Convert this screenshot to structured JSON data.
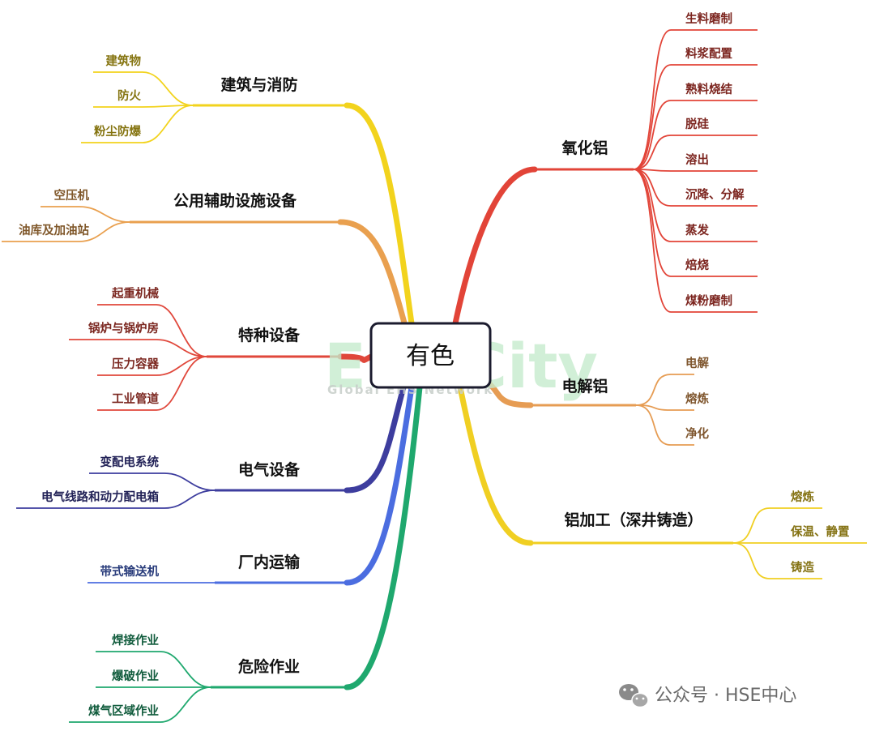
{
  "center": {
    "label": "有色"
  },
  "watermark": {
    "brand": "EHSCity",
    "tagline": "Global EHS Network"
  },
  "footer": {
    "prefix": "公众号 · ",
    "account": "HSE中心",
    "icon": "wechat-icon"
  },
  "colors": {
    "yellow": "#f2d31d",
    "orange": "#e9a04f",
    "red": "#e0473b",
    "indigo": "#3d3d9e",
    "blue": "#4b6de0",
    "green": "#1fa86e",
    "oxide_red": "#e24438",
    "electrolysis_orange": "#e69c53",
    "processing_yellow": "#f0cf22"
  },
  "left_branches": [
    {
      "label": "建筑与消防",
      "color_key": "yellow",
      "leaves": [
        "建筑物",
        "防火",
        "粉尘防爆"
      ]
    },
    {
      "label": "公用辅助设施设备",
      "color_key": "orange",
      "leaves": [
        "空压机",
        "油库及加油站"
      ]
    },
    {
      "label": "特种设备",
      "color_key": "red",
      "leaves": [
        "起重机械",
        "锅炉与锅炉房",
        "压力容器",
        "工业管道"
      ]
    },
    {
      "label": "电气设备",
      "color_key": "indigo",
      "leaves": [
        "变配电系统",
        "电气线路和动力配电箱"
      ]
    },
    {
      "label": "厂内运输",
      "color_key": "blue",
      "leaves": [
        "带式输送机"
      ]
    },
    {
      "label": "危险作业",
      "color_key": "green",
      "leaves": [
        "焊接作业",
        "爆破作业",
        "煤气区域作业"
      ]
    }
  ],
  "right_branches": [
    {
      "label": "氧化铝",
      "color_key": "oxide_red",
      "leaves": [
        "生料磨制",
        "料浆配置",
        "熟料烧结",
        "脱硅",
        "溶出",
        "沉降、分解",
        "蒸发",
        "焙烧",
        "煤粉磨制"
      ]
    },
    {
      "label": "电解铝",
      "color_key": "electrolysis_orange",
      "leaves": [
        "电解",
        "熔炼",
        "净化"
      ]
    },
    {
      "label": "铝加工（深井铸造）",
      "color_key": "processing_yellow",
      "leaves": [
        "熔炼",
        "保温、静置",
        "铸造"
      ]
    }
  ]
}
